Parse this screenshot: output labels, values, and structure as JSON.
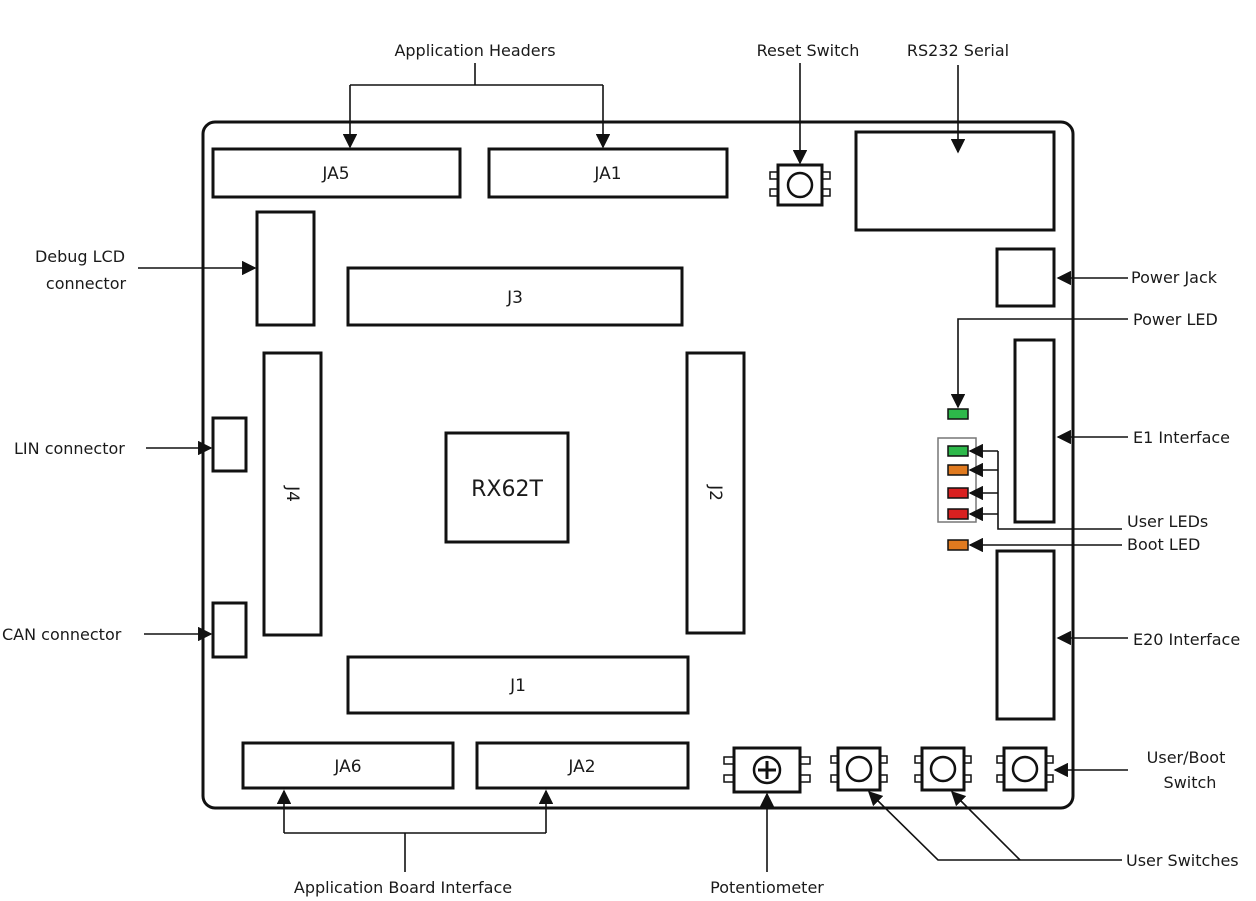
{
  "callouts": {
    "application_headers": "Application Headers",
    "reset_switch": "Reset Switch",
    "rs232_serial": "RS232 Serial",
    "debug_lcd_line1": "Debug LCD",
    "debug_lcd_line2": "connector",
    "power_jack": "Power Jack",
    "power_led": "Power LED",
    "lin_connector": "LIN connector",
    "e1_interface": "E1 Interface",
    "user_leds": "User LEDs",
    "boot_led": "Boot LED",
    "can_connector": "CAN connector",
    "e20_interface": "E20 Interface",
    "user_boot_switch_line1": "User/Boot",
    "user_boot_switch_line2": "Switch",
    "user_switches": "User Switches",
    "application_board_interface": "Application Board Interface",
    "potentiometer": "Potentiometer"
  },
  "components": {
    "ja5": "JA5",
    "ja1": "JA1",
    "j3": "J3",
    "j4": "J4",
    "j2": "J2",
    "j1": "J1",
    "ja6": "JA6",
    "ja2": "JA2",
    "cpu": "RX62T"
  },
  "colors": {
    "led_green": "#2db84a",
    "led_orange": "#e07a1f",
    "led_red": "#d92020",
    "outline": "#111111"
  }
}
